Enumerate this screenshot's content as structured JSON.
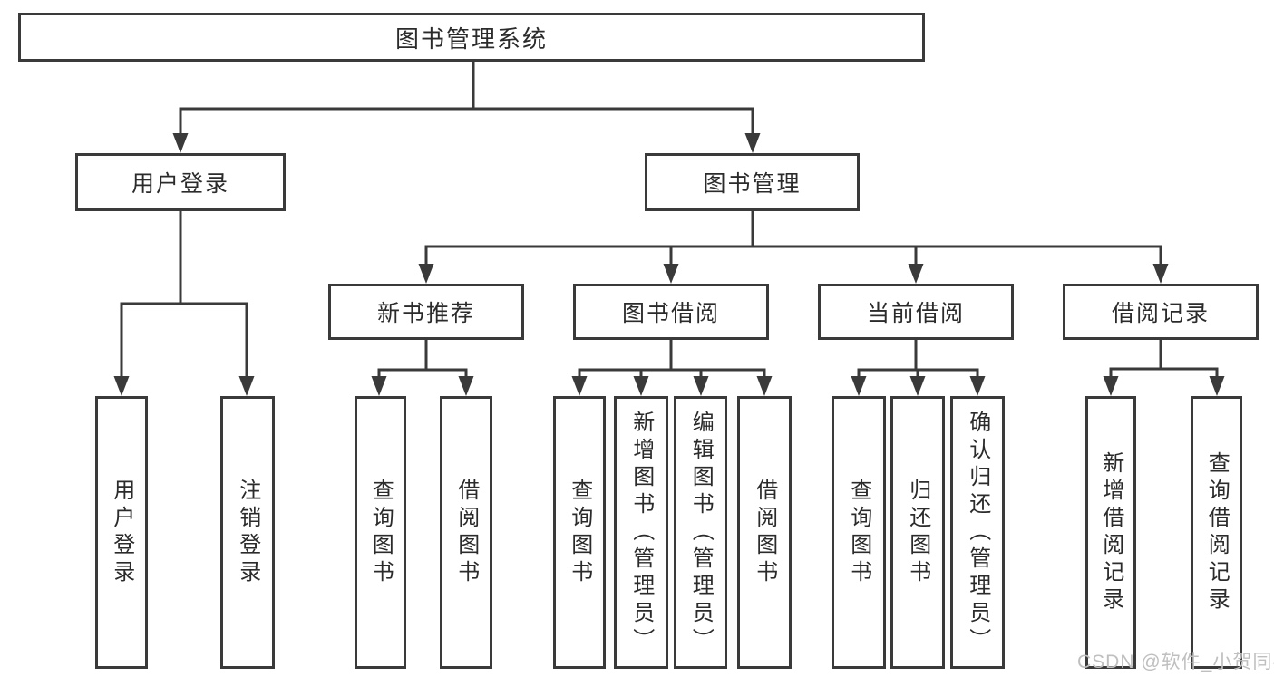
{
  "diagram": {
    "title": "图书管理系统",
    "branches": {
      "user_login": {
        "label": "用户登录",
        "children": [
          "用户登录",
          "注销登录"
        ]
      },
      "book_management": {
        "label": "图书管理",
        "modules": [
          {
            "label": "新书推荐",
            "children": [
              "查询图书",
              "借阅图书"
            ]
          },
          {
            "label": "图书借阅",
            "children": [
              "查询图书",
              "新增图书（管理员）",
              "编辑图书（管理员）",
              "借阅图书"
            ]
          },
          {
            "label": "当前借阅",
            "children": [
              "查询图书",
              "归还图书",
              "确认归还（管理员）"
            ]
          },
          {
            "label": "借阅记录",
            "children": [
              "新增借阅记录",
              "查询借阅记录"
            ]
          }
        ]
      }
    }
  },
  "watermark": "CSDN @软件_小贺同学",
  "colors": {
    "border": "#3a3a3a",
    "line": "#3a3a3a",
    "text": "#2b2b2b",
    "watermark": "#bfbfbf",
    "background": "#ffffff"
  }
}
